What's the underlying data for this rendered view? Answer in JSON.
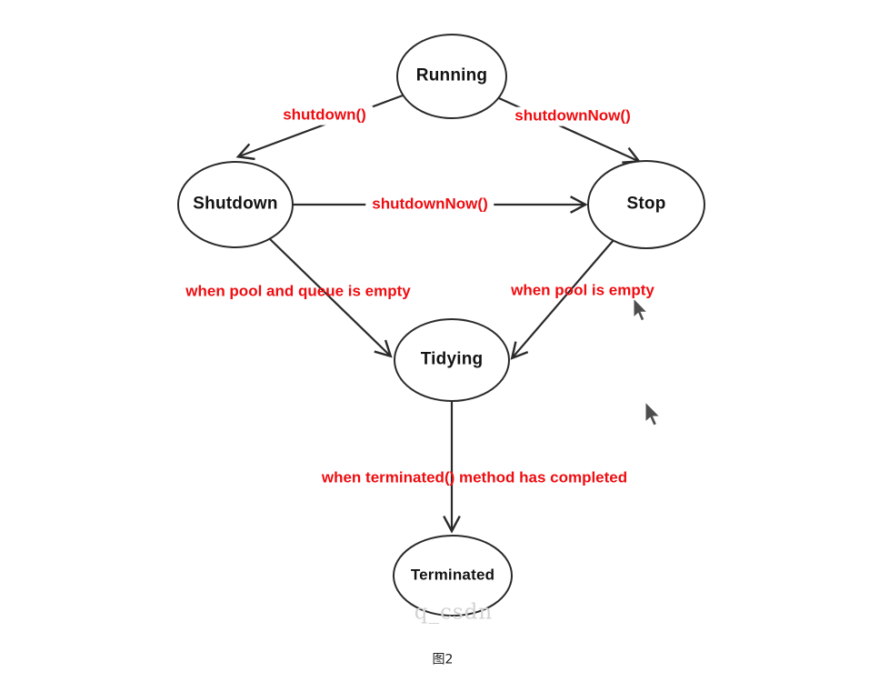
{
  "page": {
    "caption": "图2",
    "watermark": "q_csdn",
    "background": "#ffffff"
  },
  "colors": {
    "edge_stroke": "#2a2a2a",
    "node_fill": "#ffffff",
    "node_text": "#131313",
    "edge_label": "#ee0d11",
    "caption_text": "#1c1c1c",
    "watermark_text": "#d2d2d2",
    "cursor_fill": "#4d4d4d"
  },
  "diagram": {
    "type": "state-diagram",
    "subject": "ThreadPoolExecutor lifecycle states",
    "nodes": [
      {
        "id": "running",
        "label": "Running"
      },
      {
        "id": "shutdown",
        "label": "Shutdown"
      },
      {
        "id": "stop",
        "label": "Stop"
      },
      {
        "id": "tidying",
        "label": "Tidying"
      },
      {
        "id": "terminated",
        "label": "Terminated"
      }
    ],
    "edges": [
      {
        "from": "Running",
        "to": "Shutdown",
        "label": "shutdown()"
      },
      {
        "from": "Running",
        "to": "Stop",
        "label": "shutdownNow()"
      },
      {
        "from": "Shutdown",
        "to": "Stop",
        "label": "shutdownNow()"
      },
      {
        "from": "Shutdown",
        "to": "Tidying",
        "label": "when pool and queue is empty"
      },
      {
        "from": "Stop",
        "to": "Tidying",
        "label": "when pool is empty"
      },
      {
        "from": "Tidying",
        "to": "Terminated",
        "label": "when terminated() method has completed"
      }
    ],
    "cursors": [
      {
        "name": "mouse-pointer-1"
      },
      {
        "name": "mouse-pointer-2"
      }
    ]
  }
}
